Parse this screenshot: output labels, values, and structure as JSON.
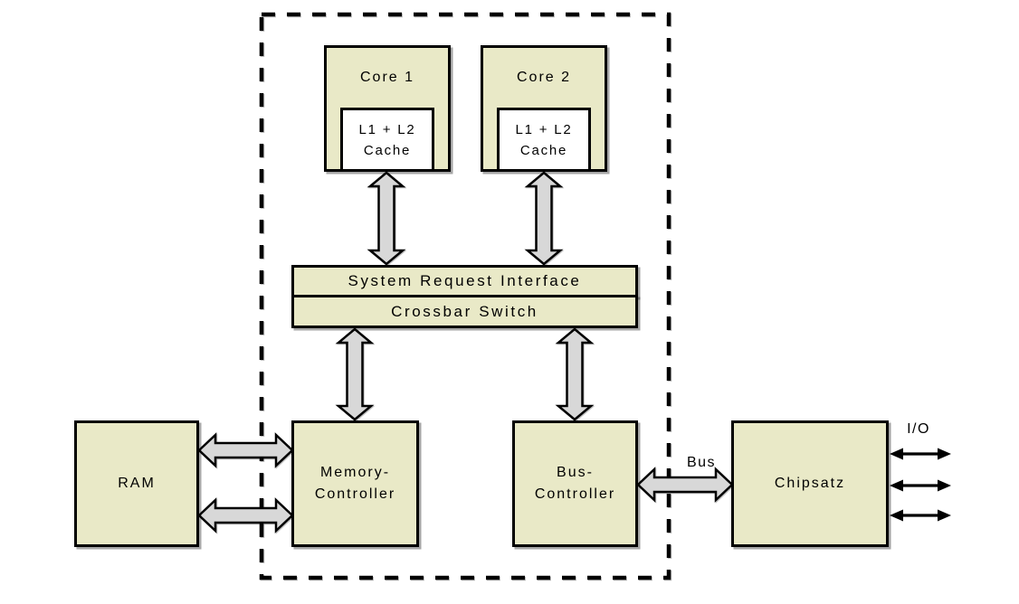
{
  "nodes": {
    "core1": {
      "label": "Core 1"
    },
    "core2": {
      "label": "Core 2"
    },
    "cache1": {
      "line1": "L1 + L2",
      "line2": "Cache"
    },
    "cache2": {
      "line1": "L1 + L2",
      "line2": "Cache"
    },
    "sri": {
      "label": "System Request Interface"
    },
    "crossbar": {
      "label": "Crossbar Switch"
    },
    "ram": {
      "label": "RAM"
    },
    "memory_controller": {
      "line1": "Memory-",
      "line2": "Controller"
    },
    "bus_controller": {
      "line1": "Bus-",
      "line2": "Controller"
    },
    "chipsatz": {
      "label": "Chipsatz"
    }
  },
  "edge_labels": {
    "bus": "Bus",
    "io": "I/O"
  },
  "colors": {
    "canvas_bg": "#ffffff",
    "node_fill": "#e9e9c7",
    "cache_fill": "#ffffff",
    "arrow_fill": "#d8d8d8",
    "outline": "#000000"
  }
}
